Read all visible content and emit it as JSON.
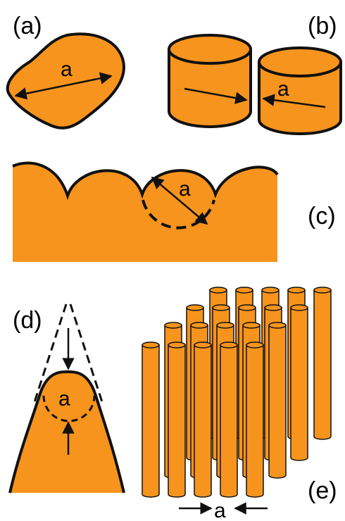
{
  "colors": {
    "fill": "#F7941D",
    "stroke": "#111111",
    "background": "#FFFFFF"
  },
  "panels": {
    "a": {
      "label": "(a)",
      "dimension": "a"
    },
    "b": {
      "label": "(b)",
      "dimension": "a"
    },
    "c": {
      "label": "(c)",
      "dimension": "a"
    },
    "d": {
      "label": "(d)",
      "dimension": "a"
    },
    "e": {
      "label": "(e)",
      "dimension": "a"
    }
  }
}
